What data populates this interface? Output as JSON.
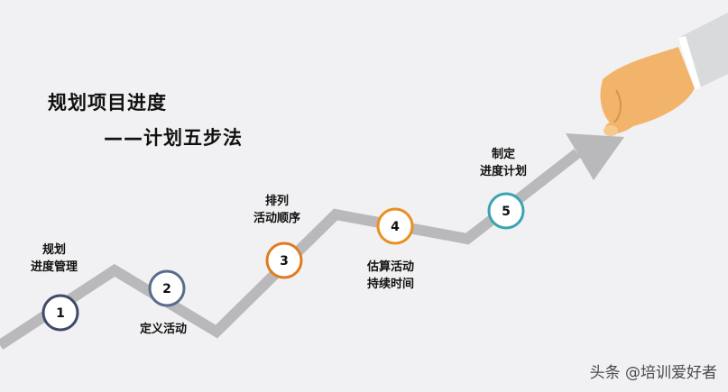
{
  "title": {
    "line1": "规划项目进度",
    "line2": "——计划五步法"
  },
  "steps": [
    {
      "number": "1",
      "label_lines": [
        "规划",
        "进度管理"
      ],
      "color": "#3d4b66"
    },
    {
      "number": "2",
      "label_lines": [
        "定义活动"
      ],
      "color": "#5a6b8c"
    },
    {
      "number": "3",
      "label_lines": [
        "排列",
        "活动顺序"
      ],
      "color": "#e07b1f"
    },
    {
      "number": "4",
      "label_lines": [
        "估算活动",
        "持续时间"
      ],
      "color": "#e8901f"
    },
    {
      "number": "5",
      "label_lines": [
        "制定",
        "进度计划"
      ],
      "color": "#3aa3b4"
    }
  ],
  "arrow_color": "#b9b9bb",
  "hand_color": "#f2b46a",
  "watermark": "头条 @培训爱好者"
}
